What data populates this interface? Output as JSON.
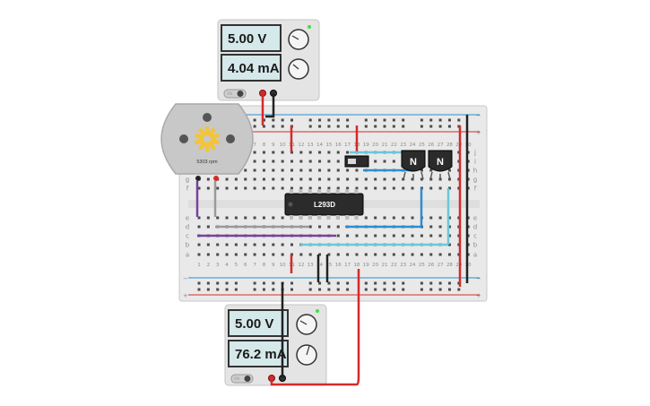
{
  "supply_top": {
    "voltage": "5.00 V",
    "current": "4.04 mA",
    "on_label": "ON",
    "status_led_color": "#44dd44"
  },
  "supply_bottom": {
    "voltage": "5.00 V",
    "current": "76.2 mA",
    "on_label": "ON",
    "status_led_color": "#44dd44"
  },
  "motor": {
    "speed_label": "5303 rpm",
    "gear_color": "#f2c43a"
  },
  "ic": {
    "label": "L293D"
  },
  "transistors": [
    {
      "label": "N"
    },
    {
      "label": "N"
    }
  ],
  "breadboard": {
    "top_row_letters": [
      "j",
      "i",
      "h",
      "g",
      "f"
    ],
    "bottom_row_letters": [
      "e",
      "d",
      "c",
      "b",
      "a"
    ],
    "column_numbers": [
      "1",
      "2",
      "3",
      "4",
      "5",
      "6",
      "7",
      "8",
      "9",
      "10",
      "11",
      "12",
      "13",
      "14",
      "15",
      "16",
      "17",
      "18",
      "19",
      "20",
      "21",
      "22",
      "23",
      "24",
      "25",
      "26",
      "27",
      "28",
      "29",
      "30"
    ],
    "rail_plus": "+",
    "rail_minus": "−"
  },
  "colors": {
    "wire_red": "#d42a2a",
    "wire_black": "#222222",
    "wire_purple": "#7b3fa0",
    "wire_gray": "#9a9a9a",
    "wire_blue": "#2a8fd1",
    "wire_cyan": "#6cc7d8"
  }
}
